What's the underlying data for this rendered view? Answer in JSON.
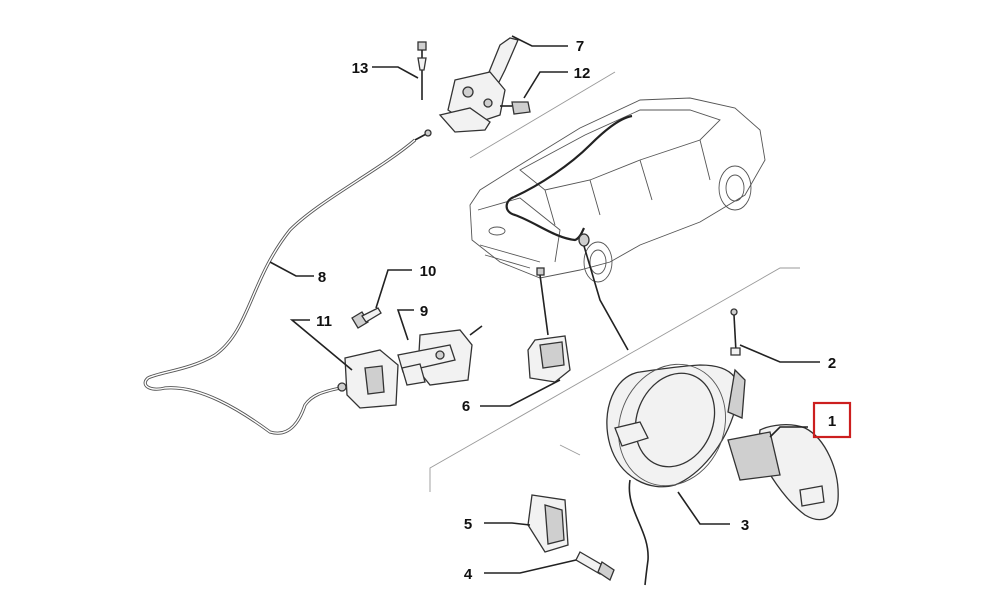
{
  "callouts": [
    {
      "id": "1",
      "label": "1",
      "highlighted": true
    },
    {
      "id": "2",
      "label": "2"
    },
    {
      "id": "3",
      "label": "3"
    },
    {
      "id": "4",
      "label": "4"
    },
    {
      "id": "5",
      "label": "5"
    },
    {
      "id": "6",
      "label": "6"
    },
    {
      "id": "7",
      "label": "7"
    },
    {
      "id": "8",
      "label": "8"
    },
    {
      "id": "9",
      "label": "9"
    },
    {
      "id": "10",
      "label": "10"
    },
    {
      "id": "11",
      "label": "11"
    },
    {
      "id": "12",
      "label": "12"
    },
    {
      "id": "13",
      "label": "13"
    }
  ],
  "colors": {
    "highlight_box": "#cc1f1f",
    "line": "#222222",
    "part_fill": "#f2f2f2",
    "guide": "#999999"
  }
}
